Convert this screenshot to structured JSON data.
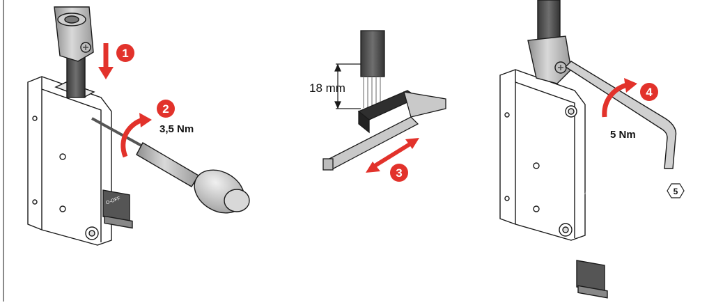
{
  "steps": [
    {
      "number": "1"
    },
    {
      "number": "2",
      "torque": "3,5 Nm"
    },
    {
      "number": "3",
      "strip_length": "18 mm"
    },
    {
      "number": "4",
      "torque": "5 Nm"
    }
  ],
  "switch_label": "O-OFF",
  "hex_key_size": "5",
  "colors": {
    "accent": "#e2322b",
    "metal": "#b9b9b9",
    "dark": "#3a3a3a",
    "outline": "#1a1a1a"
  },
  "icons": [
    "breaker-icon",
    "screwdriver-icon",
    "wire-brush-icon",
    "hex-key-icon",
    "lug-icon"
  ]
}
